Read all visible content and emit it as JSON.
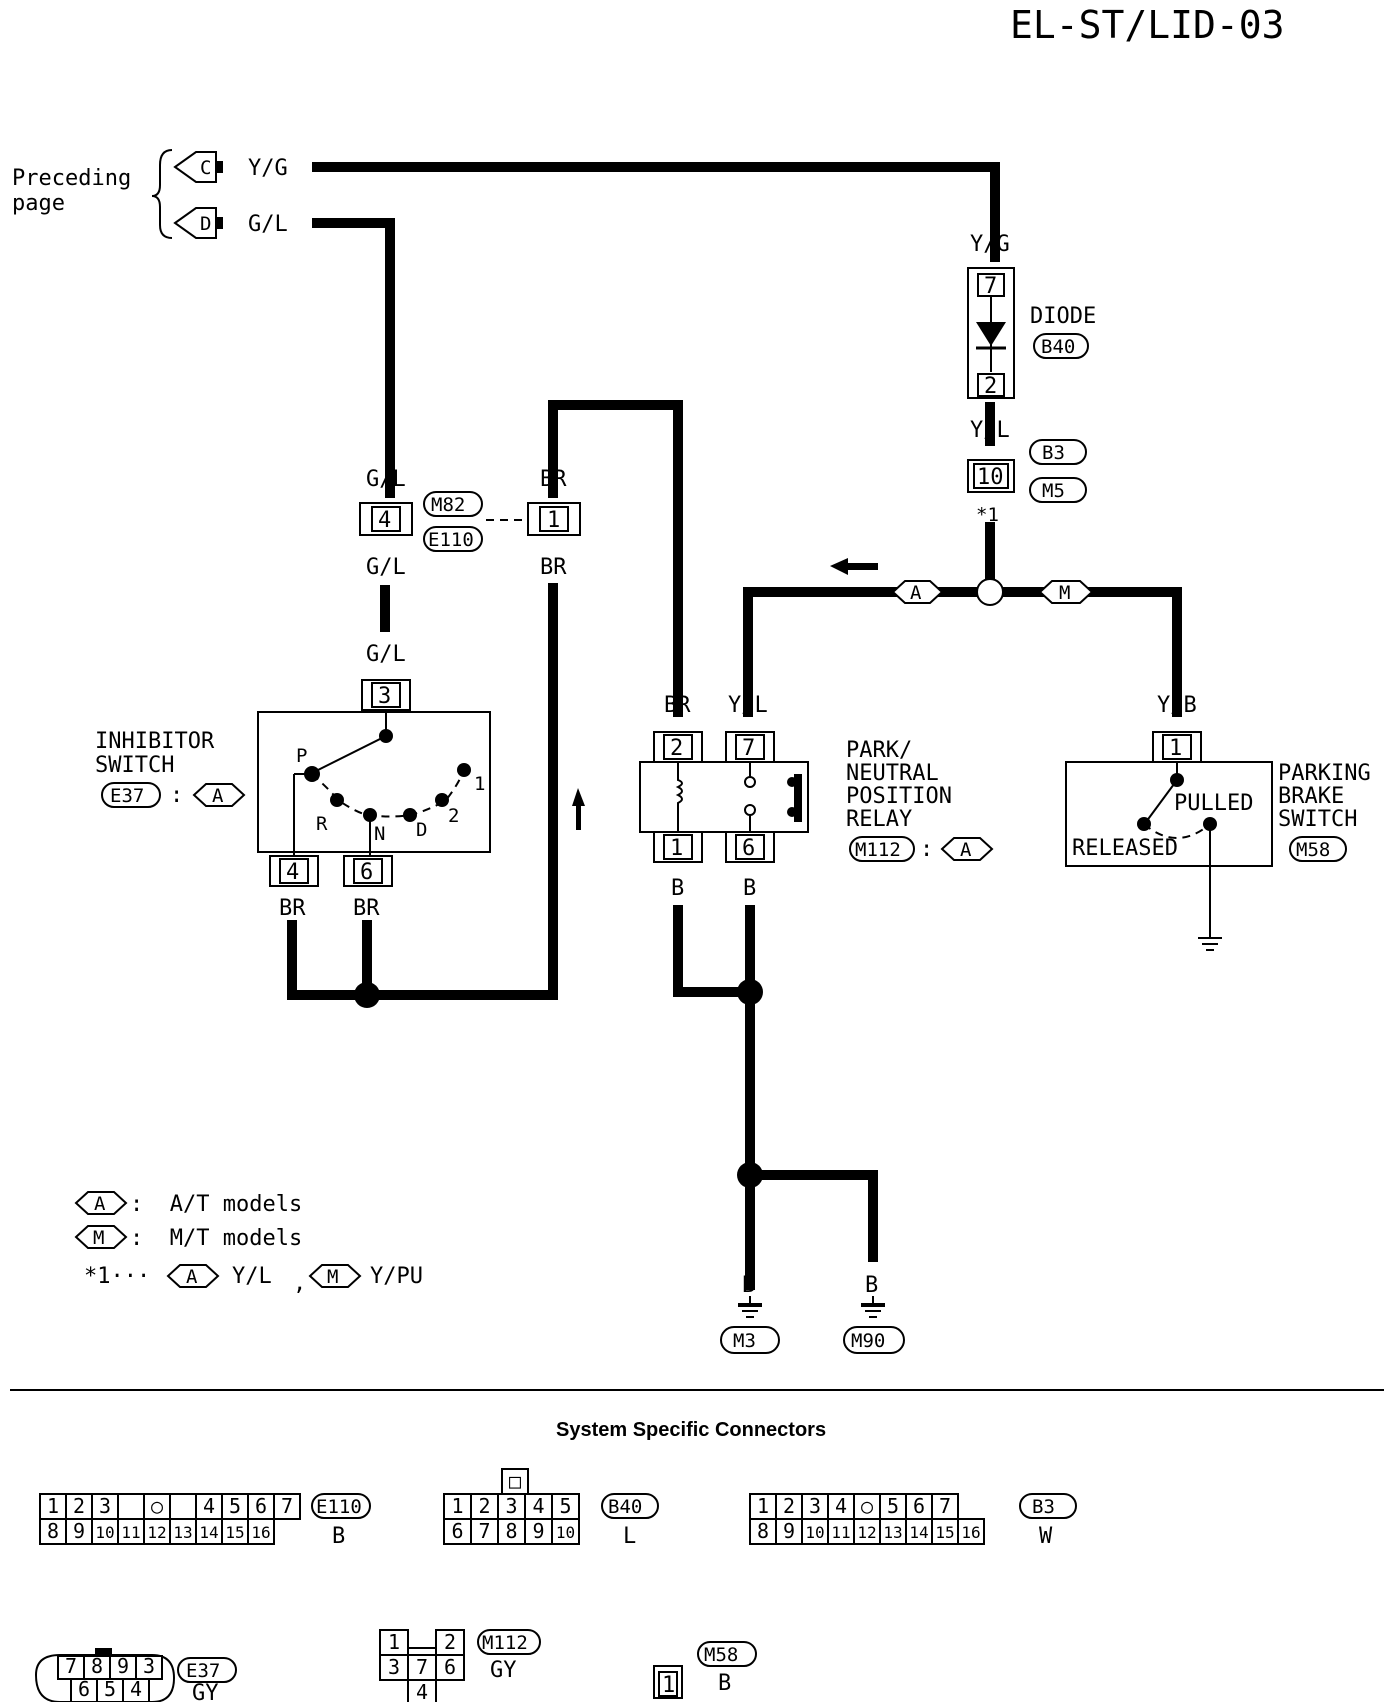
{
  "page_id": "EL-ST/LID-03",
  "preceding": {
    "label_line1": "Preceding",
    "label_line2": "page",
    "conn_c": "C",
    "conn_d": "D",
    "wire_c": "Y/G",
    "wire_d": "G/L"
  },
  "diode": {
    "wire_top": "Y/G",
    "pin_top": "7",
    "pin_bottom": "2",
    "name": "DIODE",
    "connector": "B40",
    "wire_bottom": "Y/L"
  },
  "jconn_b3": {
    "pin": "10",
    "connector_a": "B3",
    "connector_b": "M5",
    "note": "*1"
  },
  "branch": {
    "left": "A",
    "right": "M"
  },
  "jconn_m82": {
    "wire_left_top": "G/L",
    "pin_left": "4",
    "connector_a": "M82",
    "connector_b": "E110",
    "wire_left_bottom": "G/L",
    "wire_right_top": "BR",
    "pin_right": "1",
    "wire_right_bottom": "BR"
  },
  "inhibitor": {
    "wire_top": "G/L",
    "pin_top": "3",
    "name_line1": "INHIBITOR",
    "name_line2": "SWITCH",
    "connector": "E37",
    "variant": "A",
    "pos_p": "P",
    "pos_r": "R",
    "pos_n": "N",
    "pos_d": "D",
    "pos_2": "2",
    "pos_1": "1",
    "pin_a": "4",
    "pin_b": "6",
    "wire_a": "BR",
    "wire_b": "BR"
  },
  "relay": {
    "wire_left_top": "BR",
    "wire_right_top": "Y/L",
    "pin_tl": "2",
    "pin_tr": "7",
    "pin_bl": "1",
    "pin_br": "6",
    "name_line1": "PARK/",
    "name_line2": "NEUTRAL",
    "name_line3": "POSITION",
    "name_line4": "RELAY",
    "connector": "M112",
    "variant": "A",
    "wire_left_bottom": "B",
    "wire_right_bottom": "B"
  },
  "parking_brake": {
    "wire_top": "Y/B",
    "pin": "1",
    "name_line1": "PARKING",
    "name_line2": "BRAKE",
    "name_line3": "SWITCH",
    "connector": "M58",
    "state_pulled": "PULLED",
    "state_released": "RELEASED"
  },
  "grounds": {
    "wire_1": "B",
    "wire_2": "B",
    "ground_1": "M3",
    "ground_2": "M90"
  },
  "legend": {
    "a_sym": "A",
    "a_text": ":  A/T models",
    "m_sym": "M",
    "m_text": ":  M/T models",
    "note_prefix": "*1···",
    "note_a": "A",
    "note_a_val": "Y/L",
    "note_sep": ",",
    "note_m": "M",
    "note_m_val": "Y/PU"
  },
  "connectors_section": {
    "title": "System Specific Connectors",
    "e110": {
      "id": "E110",
      "color": "B",
      "row1": [
        "1",
        "2",
        "3",
        "",
        "○",
        "",
        "4",
        "5",
        "6",
        "7"
      ],
      "row2": [
        "8",
        "9",
        "10",
        "11",
        "12",
        "13",
        "14",
        "15",
        "16"
      ]
    },
    "b40": {
      "id": "B40",
      "color": "L",
      "top": "□",
      "row1": [
        "1",
        "2",
        "3",
        "4",
        "5"
      ],
      "row2": [
        "6",
        "7",
        "8",
        "9",
        "10"
      ]
    },
    "b3": {
      "id": "B3",
      "color": "W",
      "row1": [
        "1",
        "2",
        "3",
        "4",
        "○",
        "5",
        "6",
        "7"
      ],
      "row2": [
        "8",
        "9",
        "10",
        "11",
        "12",
        "13",
        "14",
        "15",
        "16"
      ]
    },
    "e37": {
      "id": "E37",
      "color": "GY",
      "row1": [
        "7",
        "8",
        "9",
        "3"
      ],
      "row2": [
        "6",
        "5",
        "4"
      ]
    },
    "m112": {
      "id": "M112",
      "color": "GY",
      "pins": [
        "1",
        "2",
        "3",
        "7",
        "6",
        "4"
      ]
    },
    "m58": {
      "id": "M58",
      "color": "B",
      "pin": "1"
    }
  }
}
